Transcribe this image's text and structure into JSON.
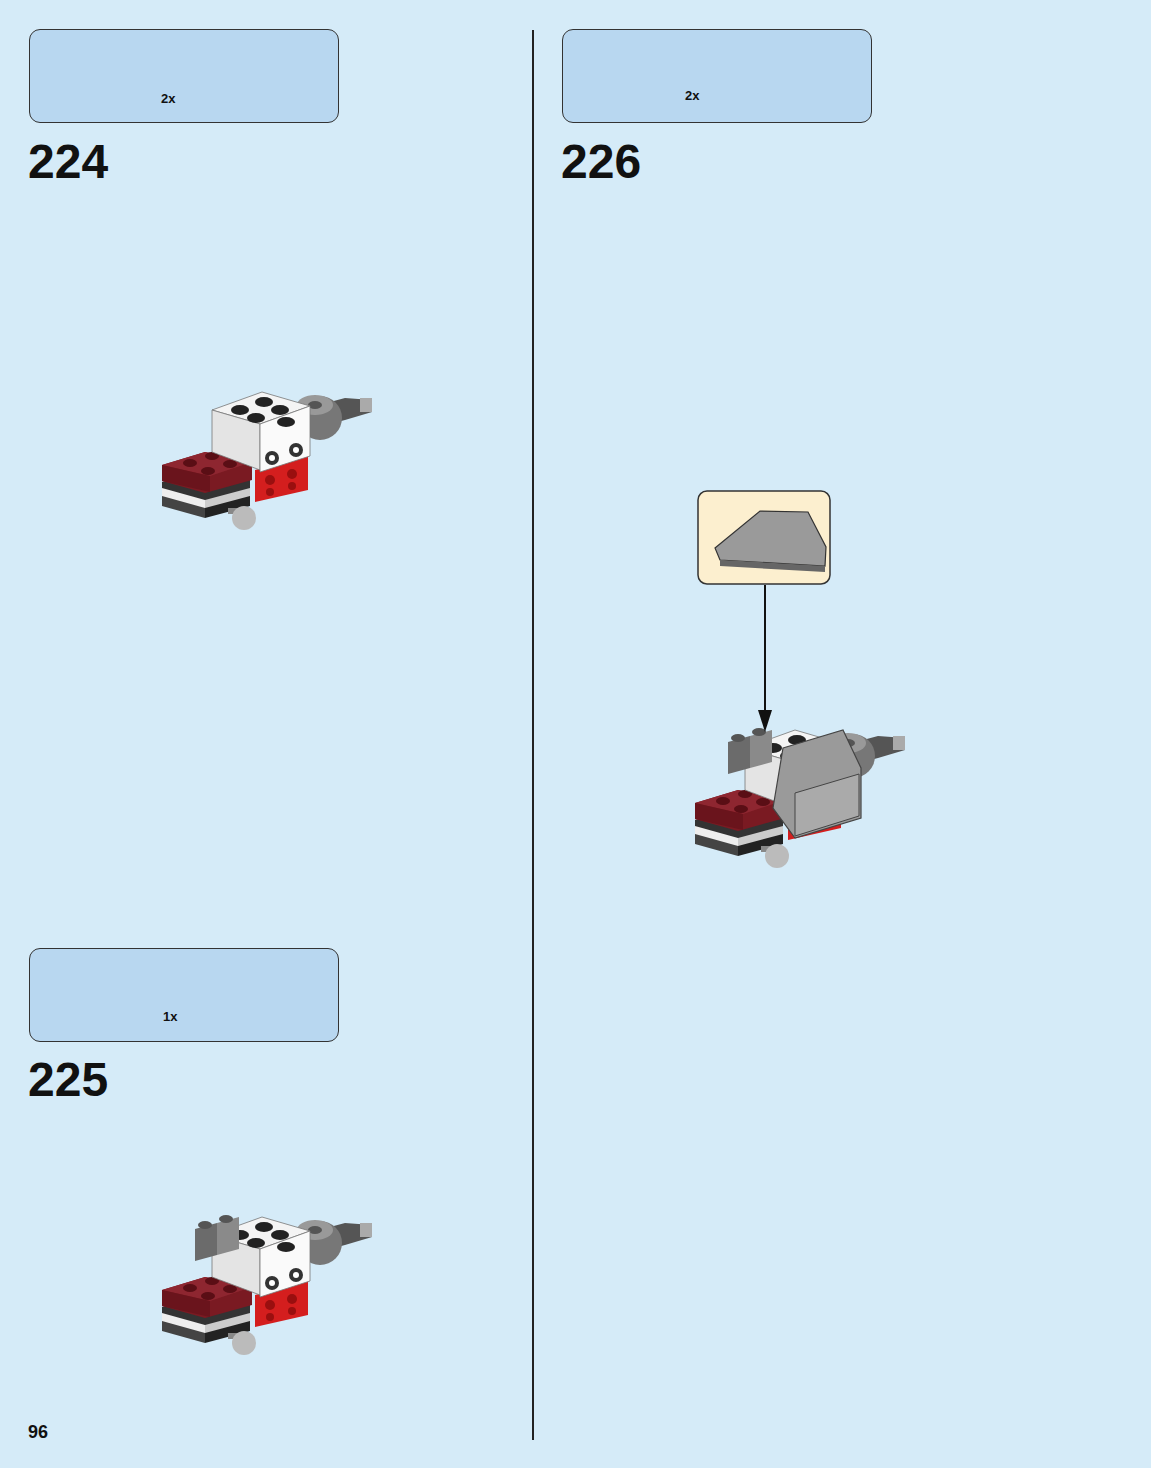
{
  "diagram": {
    "nodes": [
      {
        "text": [
          "2x"
        ]
      },
      {
        "text": [
          "1x"
        ]
      },
      {
        "text": [
          "2x"
        ]
      }
    ],
    "labels": [
      "224",
      "225",
      "226",
      "96"
    ]
  }
}
